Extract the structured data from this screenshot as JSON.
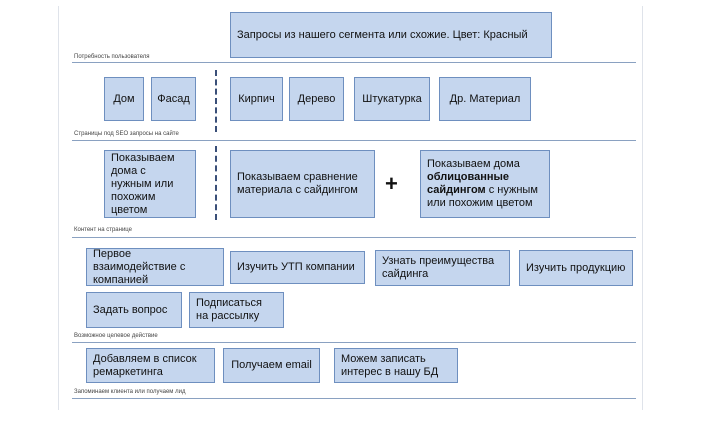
{
  "header": {
    "query_box": "Запросы из нашего сегмента или схожие. Цвет: Красный"
  },
  "sections": {
    "user_need": "Потребность пользователя",
    "seo_pages": "Страницы под SEO запросы на сайте",
    "page_content": "Контент на странице",
    "target_action": "Возможное целевое действие",
    "remember_client": "Запоминаем клиента или получаем лид"
  },
  "pages": {
    "house": "Дом",
    "facade": "Фасад",
    "brick": "Кирпич",
    "wood": "Дерево",
    "plaster": "Штукатурка",
    "other": "Др. Материал"
  },
  "content": {
    "houses_color": "Показываем дома с нужным или похожим цветом",
    "compare": "Показываем сравнение материала с сайдингом",
    "plus": "+",
    "faced_prefix": "Показываем дома",
    "faced_bold": "облицованные сайдингом",
    "faced_suffix": "с нужным или похожим цветом"
  },
  "actions": {
    "first_contact": "Первое взаимодействие с компанией",
    "usp": "Изучить УТП компании",
    "advantages": "Узнать преимущества сайдинга",
    "products": "Изучить продукцию",
    "ask": "Задать вопрос",
    "subscribe": "Подписаться на рассылку"
  },
  "leads": {
    "remarketing": "Добавляем в список ремаркетинга",
    "email": "Получаем email",
    "database": "Можем записать интерес в нашу БД"
  }
}
